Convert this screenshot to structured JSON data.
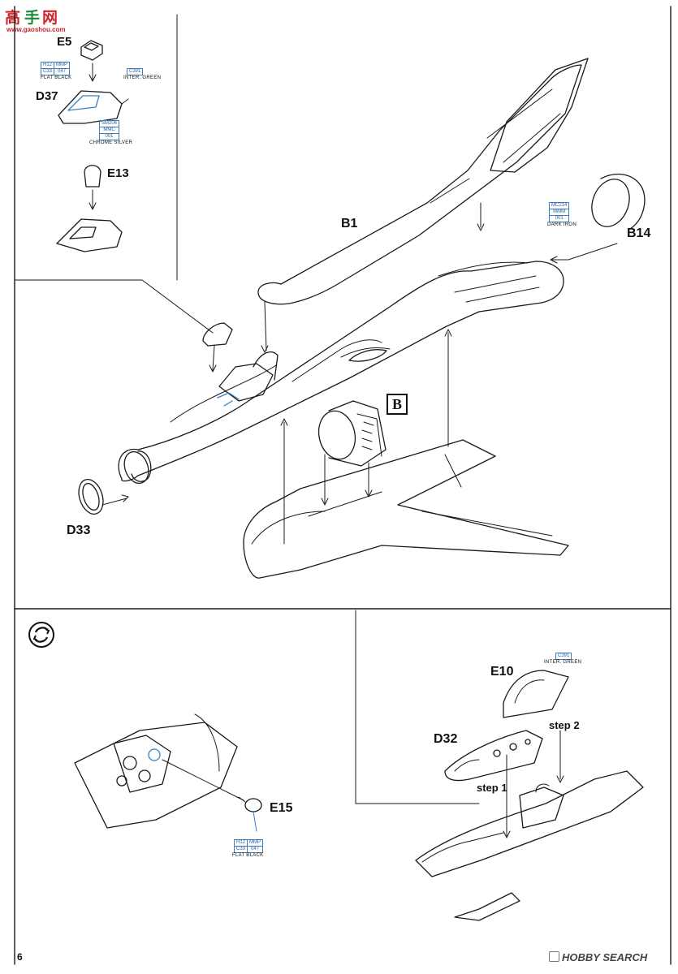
{
  "watermark": {
    "glyph1": "高",
    "glyph2": "手",
    "glyph3": "网",
    "url": "www.gaoshou.com"
  },
  "page_number": "6",
  "footer_brand": "HOBBY SEARCH",
  "parts": {
    "e5": "E5",
    "d37": "D37",
    "e13": "E13",
    "b1": "B1",
    "b14": "B14",
    "d33": "D33",
    "b_box": "B",
    "e15": "E15",
    "e10": "E10",
    "d32": "D32"
  },
  "steps": {
    "step1": "step 1",
    "step2": "step 2"
  },
  "callouts": {
    "flat_black_top": {
      "c1a": "H12",
      "c1b": "MMP",
      "c2a": "C33",
      "c2b": "047",
      "name": "FLAT BLACK"
    },
    "inter_green_top": {
      "code": "C391",
      "name": "INTER. GREEN"
    },
    "chrome_silver": {
      "c1": "SM206",
      "c2": "MMC",
      "c3": "001",
      "name": "CHROME SILVER"
    },
    "dark_iron": {
      "c1": "MC214",
      "c2": "MMM",
      "c3": "001",
      "name": "DARK IRON"
    },
    "flat_black_bottom": {
      "c1a": "H12",
      "c1b": "MMP",
      "c2a": "C33",
      "c2b": "047",
      "name": "FLAT BLACK"
    },
    "inter_green_bottom": {
      "code": "C391",
      "name": "INTER. GREEN"
    }
  }
}
